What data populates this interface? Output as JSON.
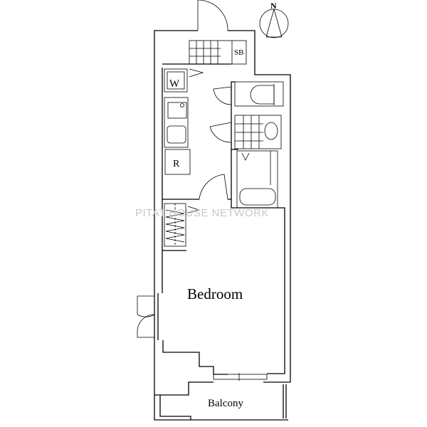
{
  "floorplan": {
    "compass": "N",
    "rooms": {
      "bedroom": "Bedroom",
      "balcony": "Balcony",
      "shoe_box": "SB",
      "washer": "W",
      "refrigerator": "R"
    },
    "watermark": "PITAT HOUSE NETWORK"
  }
}
